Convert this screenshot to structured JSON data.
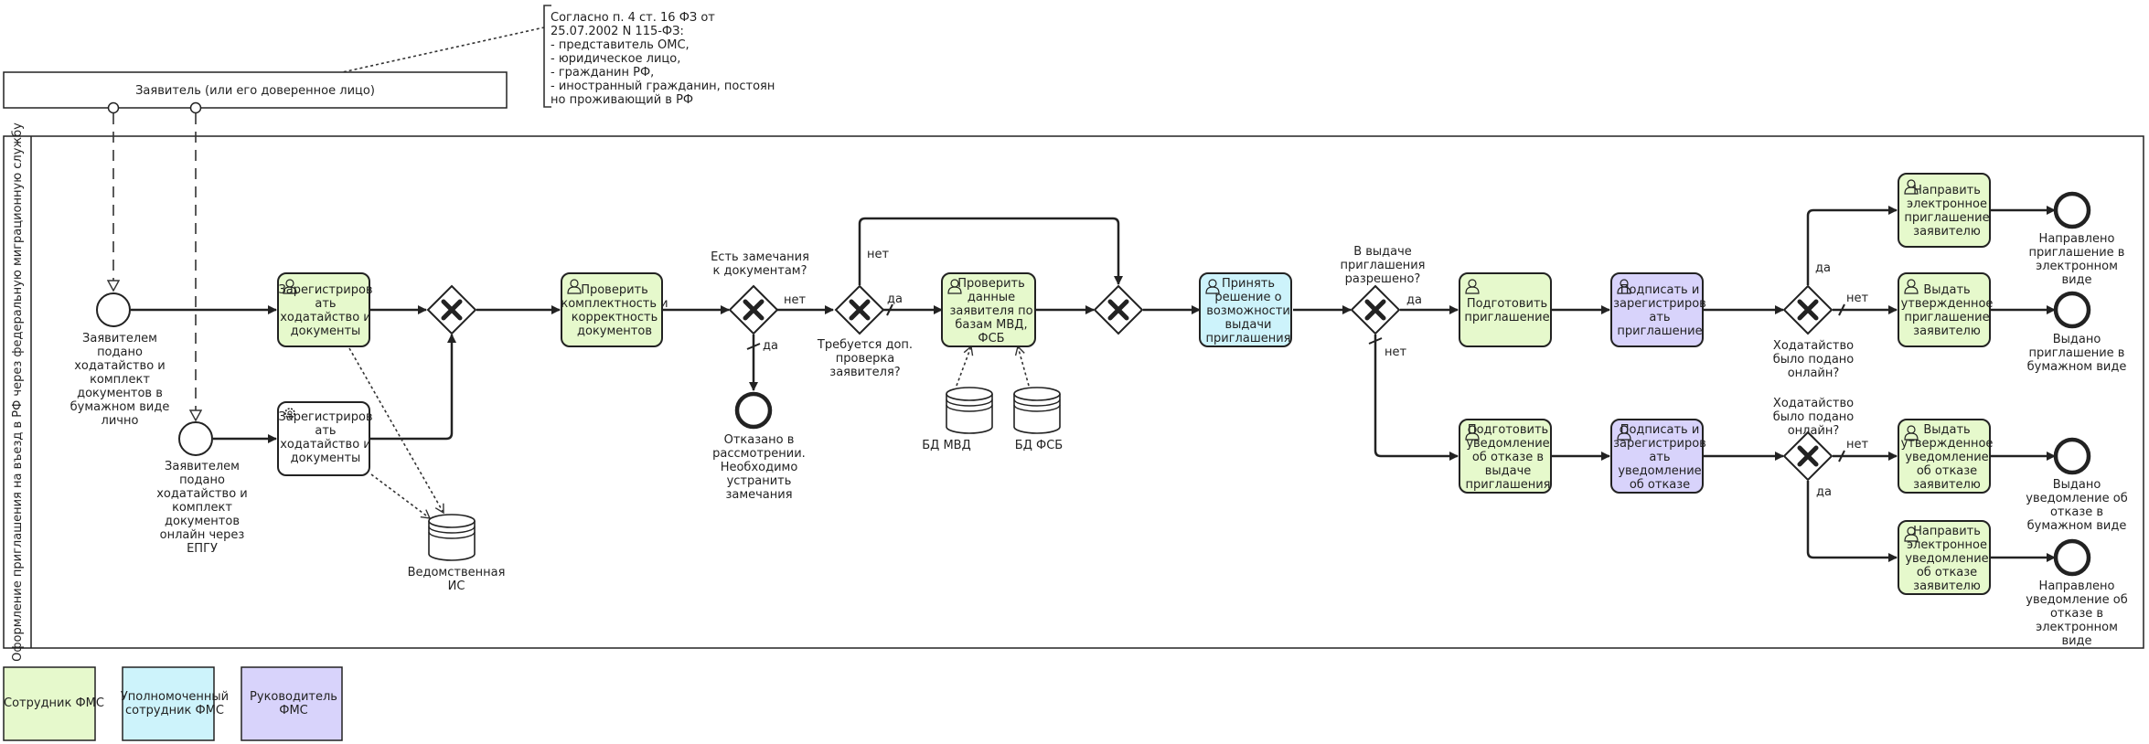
{
  "annotation": {
    "lines": [
      "Согласно п. 4 ст. 16 ФЗ от",
      "25.07.2002 N 115-ФЗ:",
      "- представитель ОМС,",
      "- юридическое лицо,",
      "- гражданин РФ,",
      "- иностранный гражданин, постоян",
      "но проживающий в РФ"
    ]
  },
  "pools": {
    "applicant": "Заявитель (или его доверенное лицо)",
    "main": "Оформление приглашения на въезд в РФ через федеральную миграционную службу"
  },
  "events": {
    "start_paper": [
      "Заявителем",
      "подано",
      "ходатайство и",
      "комплект",
      "документов в",
      "бумажном виде",
      "лично"
    ],
    "start_online": [
      "Заявителем",
      "подано",
      "ходатайство и",
      "комплект",
      "документов",
      "онлайн через",
      "ЕПГУ"
    ],
    "end_rejected": [
      "Отказано в",
      "рассмотрении.",
      "Необходимо",
      "устранить",
      "замечания"
    ],
    "end_inv_electronic": [
      "Направлено",
      "приглашение в",
      "электронном",
      "виде"
    ],
    "end_inv_paper": [
      "Выдано",
      "приглашение в",
      "бумажном виде"
    ],
    "end_refusal_paper": [
      "Выдано",
      "уведомление об",
      "отказе в",
      "бумажном виде"
    ],
    "end_refusal_electronic": [
      "Направлено",
      "уведомление об",
      "отказе в",
      "электронном",
      "виде"
    ]
  },
  "tasks": {
    "register_paper": [
      "Зарегистриров",
      "ать",
      "ходатайство и",
      "документы"
    ],
    "register_online": [
      "Зарегистриров",
      "ать",
      "ходатайство и",
      "документы"
    ],
    "check_docs": [
      "Проверить",
      "комплектность и",
      "корректность",
      "документов"
    ],
    "check_db": [
      "Проверить",
      "данные",
      "заявителя по",
      "базам МВД,",
      "ФСБ"
    ],
    "decide": [
      "Принять",
      "решение о",
      "возможности",
      "выдачи",
      "приглашения"
    ],
    "prepare_inv": [
      "Подготовить",
      "приглашение"
    ],
    "sign_inv": [
      "Подписать и",
      "зарегистриров",
      "ать",
      "приглашение"
    ],
    "send_inv_e": [
      "Направить",
      "электронное",
      "приглашение",
      "заявителю"
    ],
    "issue_inv_p": [
      "Выдать",
      "утвержденное",
      "приглашение",
      "заявителю"
    ],
    "prepare_refusal": [
      "Подготовить",
      "уведомление",
      "об отказе в",
      "выдаче",
      "приглашения"
    ],
    "sign_refusal": [
      "Подписать и",
      "зарегистриров",
      "ать",
      "уведомление",
      "об отказе"
    ],
    "issue_refusal_p": [
      "Выдать",
      "утвержденное",
      "уведомление",
      "об отказе",
      "заявителю"
    ],
    "send_refusal_e": [
      "Направить",
      "электронное",
      "уведомление",
      "об отказе",
      "заявителю"
    ]
  },
  "gateways": {
    "remarks": [
      "Есть замечания",
      "к документам?"
    ],
    "extra_check": [
      "Требуется доп.",
      "проверка",
      "заявителя?"
    ],
    "allowed": [
      "В выдаче",
      "приглашения",
      "разрешено?"
    ],
    "online_top": [
      "Ходатайство",
      "было подано",
      "онлайн?"
    ],
    "online_bottom": [
      "Ходатайство",
      "было подано",
      "онлайн?"
    ]
  },
  "flow_labels": {
    "yes": "да",
    "no": "нет"
  },
  "data_stores": {
    "mvd": "БД МВД",
    "fsb": "БД ФСБ",
    "vedom": [
      "Ведомственная",
      "ИС"
    ]
  },
  "legend": {
    "employee": "Сотрудник ФМС",
    "authorized": [
      "Уполномоченный",
      "сотрудник ФМС"
    ],
    "head": [
      "Руководитель",
      "ФМС"
    ]
  },
  "colors": {
    "employee": "#e6f9cc",
    "authorized": "#cdf3fb",
    "head": "#d8d3fb",
    "stroke": "#222222"
  }
}
